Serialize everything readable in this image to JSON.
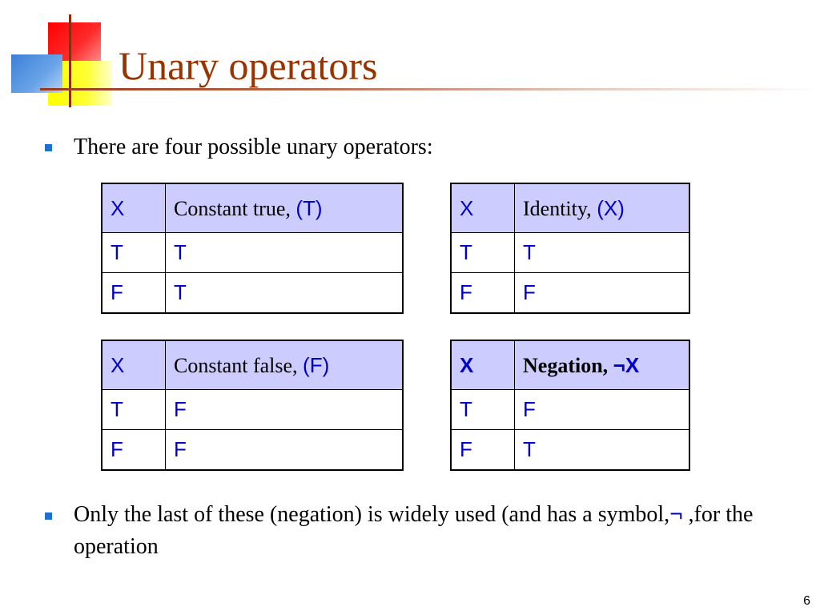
{
  "slide": {
    "title": "Unary operators",
    "page_number": "6",
    "colors": {
      "title": "#993300",
      "bullet": "#1f6fd1",
      "header_fill": "#ccccff",
      "symbol_text": "#0000cc"
    }
  },
  "bullets": {
    "first": "There are four possible unary operators:",
    "second_pre": "Only the last of these (negation) is widely used (and has a symbol,",
    "second_symbol": "¬",
    "second_post": " ,for the operation"
  },
  "tables": {
    "constant_true": {
      "col1_header": "X",
      "col2_header_text": "Constant true, ",
      "col2_header_symbol": "(T)",
      "rows": [
        [
          "T",
          "T"
        ],
        [
          "F",
          "T"
        ]
      ]
    },
    "identity": {
      "col1_header": "X",
      "col2_header_text": "Identity, ",
      "col2_header_symbol": "(X)",
      "rows": [
        [
          "T",
          "T"
        ],
        [
          "F",
          "F"
        ]
      ]
    },
    "constant_false": {
      "col1_header": "X",
      "col2_header_text": "Constant false, ",
      "col2_header_symbol": "(F)",
      "rows": [
        [
          "T",
          "F"
        ],
        [
          "F",
          "F"
        ]
      ]
    },
    "negation": {
      "col1_header": "X",
      "col2_header_text": "Negation, ",
      "col2_header_symbol": "¬X",
      "rows": [
        [
          "T",
          "F"
        ],
        [
          "F",
          "T"
        ]
      ]
    }
  }
}
